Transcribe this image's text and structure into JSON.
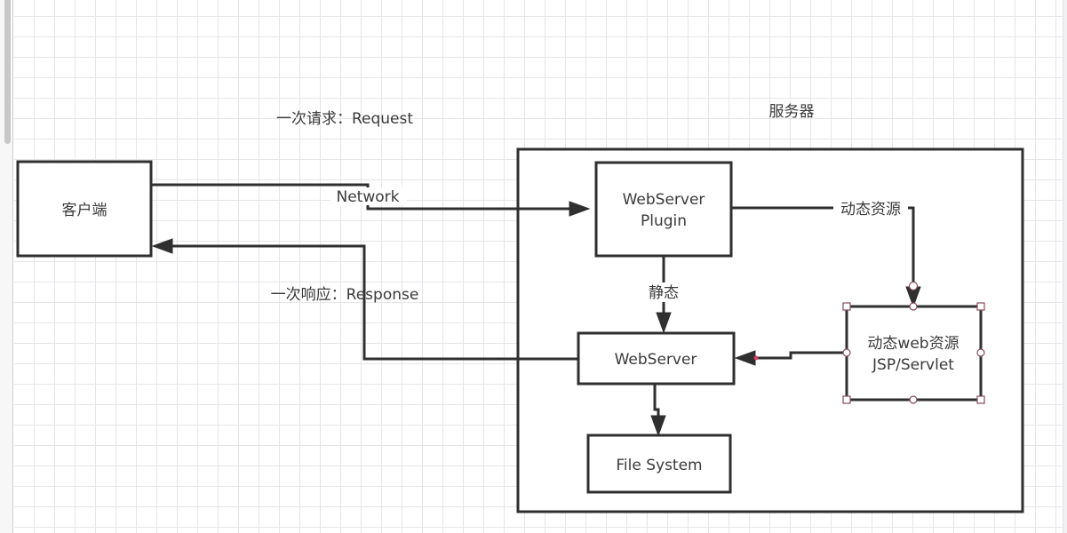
{
  "diagram": {
    "nodes": {
      "client": {
        "label": "客户端"
      },
      "server_container": {
        "label": "服务器"
      },
      "plugin": {
        "label_line1": "WebServer",
        "label_line2": "Plugin"
      },
      "webserver": {
        "label": "WebServer"
      },
      "filesystem": {
        "label": "File System"
      },
      "dynamic": {
        "label_line1": "动态web资源",
        "label_line2": "JSP/Servlet",
        "selected": true
      }
    },
    "edges": {
      "request": {
        "label": "一次请求：Request",
        "sublabel": "Network",
        "from": "client",
        "to": "plugin"
      },
      "response": {
        "label": "一次响应：Response",
        "from": "webserver",
        "to": "client"
      },
      "static": {
        "label": "静态",
        "from": "plugin",
        "to": "webserver"
      },
      "dynamic": {
        "label": "动态资源",
        "from": "plugin",
        "to": "dynamic"
      },
      "servlet_to_webserver": {
        "label": "",
        "from": "dynamic",
        "to": "webserver"
      },
      "webserver_to_fs": {
        "label": "",
        "from": "webserver",
        "to": "filesystem"
      }
    },
    "colors": {
      "stroke": "#2f2f2f",
      "grid": "#e6e6ea",
      "selection_handle": "#8a4a5a",
      "selection_accent": "#d04060"
    }
  }
}
